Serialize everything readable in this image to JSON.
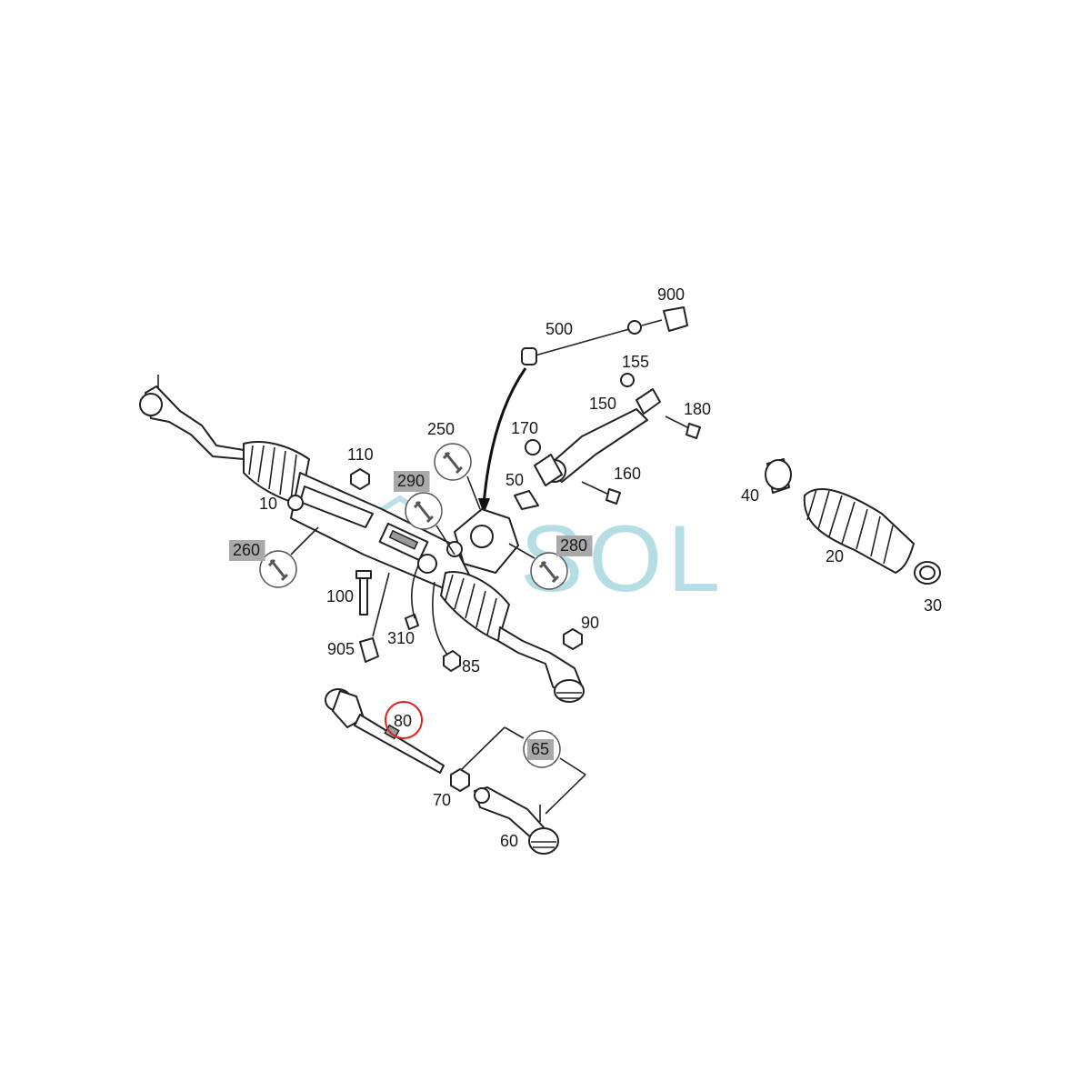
{
  "diagram": {
    "watermark": "SOL",
    "highlight_color": "#e02020",
    "callouts": [
      {
        "id": "c900",
        "text": "900",
        "shaded": false
      },
      {
        "id": "c500",
        "text": "500",
        "shaded": false
      },
      {
        "id": "c155",
        "text": "155",
        "shaded": false
      },
      {
        "id": "c150",
        "text": "150",
        "shaded": false
      },
      {
        "id": "c180",
        "text": "180",
        "shaded": false
      },
      {
        "id": "c250",
        "text": "250",
        "shaded": false
      },
      {
        "id": "c170",
        "text": "170",
        "shaded": false
      },
      {
        "id": "c110",
        "text": "110",
        "shaded": false
      },
      {
        "id": "c290",
        "text": "290",
        "shaded": true
      },
      {
        "id": "c50",
        "text": "50",
        "shaded": false
      },
      {
        "id": "c160",
        "text": "160",
        "shaded": false
      },
      {
        "id": "c40",
        "text": "40",
        "shaded": false
      },
      {
        "id": "c10",
        "text": "10",
        "shaded": false
      },
      {
        "id": "c280",
        "text": "280",
        "shaded": true
      },
      {
        "id": "c260",
        "text": "260",
        "shaded": true
      },
      {
        "id": "c20",
        "text": "20",
        "shaded": false
      },
      {
        "id": "c100",
        "text": "100",
        "shaded": false
      },
      {
        "id": "c30",
        "text": "30",
        "shaded": false
      },
      {
        "id": "c90",
        "text": "90",
        "shaded": false
      },
      {
        "id": "c905",
        "text": "905",
        "shaded": false
      },
      {
        "id": "c310",
        "text": "310",
        "shaded": false
      },
      {
        "id": "c85",
        "text": "85",
        "shaded": false
      },
      {
        "id": "c80",
        "text": "80",
        "shaded": false,
        "highlighted": true
      },
      {
        "id": "c65",
        "text": "65",
        "shaded": true
      },
      {
        "id": "c70",
        "text": "70",
        "shaded": false
      },
      {
        "id": "c60",
        "text": "60",
        "shaded": false
      }
    ]
  }
}
